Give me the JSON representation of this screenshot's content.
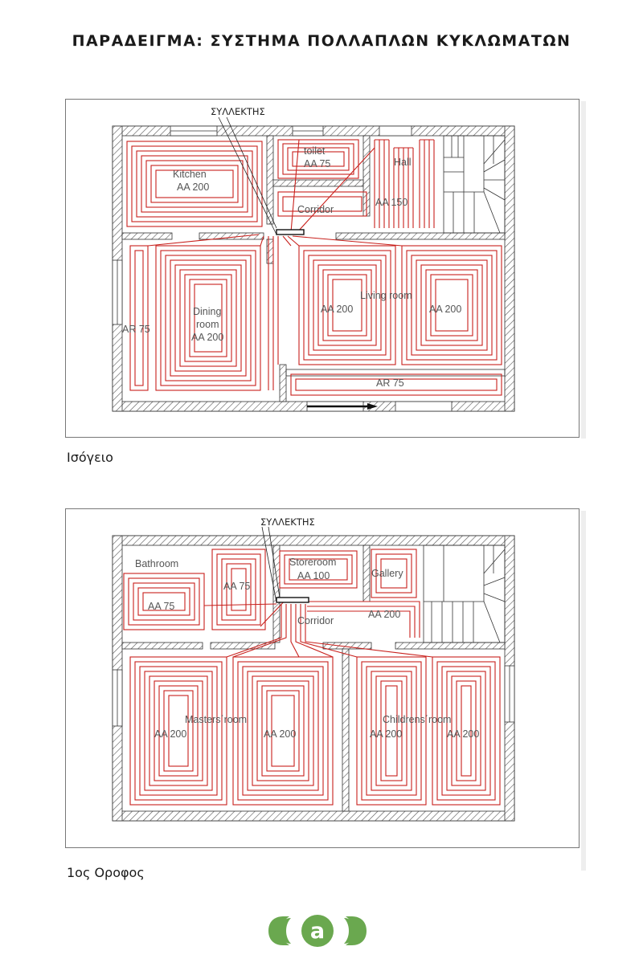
{
  "title": "ΠΑΡΑΔΕΙΓΜΑ:  ΣΥΣΤΗΜΑ ΠΟΛΛΑΠΛΩΝ ΚΥΚΛΩΜΑΤΩΝ",
  "colors": {
    "pipe": "#c8201c",
    "wall_hatch": "#555555",
    "logo_green": "#6aa84f"
  },
  "floors": [
    {
      "caption": "Ισόγειο",
      "collector_label": "ΣΥΛΛΕΚΤΗΣ",
      "rooms": {
        "kitchen": "Kitchen",
        "kitchen_loop": "AA 200",
        "toilet": "toilet",
        "toilet_loop": "AA 75",
        "hall": "Hall",
        "hall_loop": "AA 150",
        "corridor": "Corridor",
        "dining_1": "Dining",
        "dining_2": "room",
        "dining_loop": "AA 200",
        "west_loop": "AR 75",
        "living": "Living room",
        "living_loop_1": "AA 200",
        "living_loop_2": "AA 200",
        "south_loop": "AR 75"
      }
    },
    {
      "caption": "1ος Οροφος",
      "collector_label": "ΣΥΛΛΕΚΤΗΣ",
      "rooms": {
        "bathroom": "Bathroom",
        "bathroom_loop_1": "AA 75",
        "bathroom_loop_2": "AA 75",
        "storeroom": "Storeroom",
        "storeroom_loop": "AA 100",
        "gallery": "Gallery",
        "gallery_loop": "AA 200",
        "corridor": "Corridor",
        "masters": "Masters΄room",
        "masters_loop_1": "AA 200",
        "masters_loop_2": "AA 200",
        "childrens": "Childrens΄room",
        "childrens_loop_1": "AA 200",
        "childrens_loop_2": "AA 200"
      }
    }
  ],
  "logo_icon": "kan-logo-icon"
}
